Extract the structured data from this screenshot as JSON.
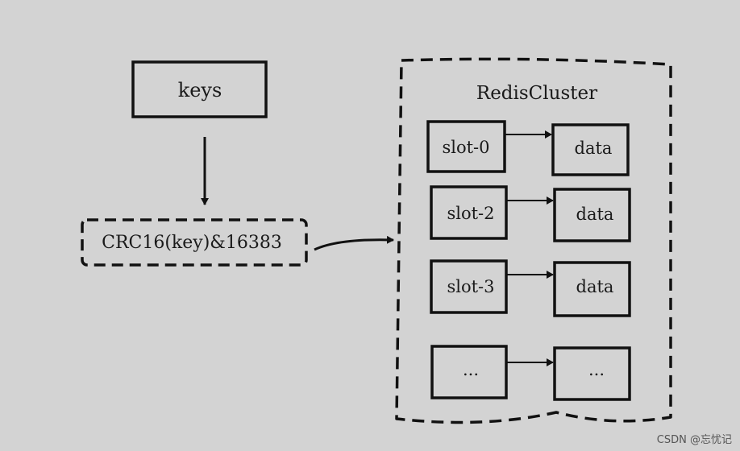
{
  "keys_label": "keys",
  "hash_label": "CRC16(key)&16383",
  "cluster_title": "RedisCluster",
  "rows": [
    {
      "slot": "slot-0",
      "data": "data"
    },
    {
      "slot": "slot-2",
      "data": "data"
    },
    {
      "slot": "slot-3",
      "data": "data"
    },
    {
      "slot": "...",
      "data": "..."
    }
  ],
  "watermark": "CSDN @忘忧记",
  "colors": {
    "background": "#d3d3d3",
    "stroke": "#111111",
    "text": "#1a1a1a"
  }
}
